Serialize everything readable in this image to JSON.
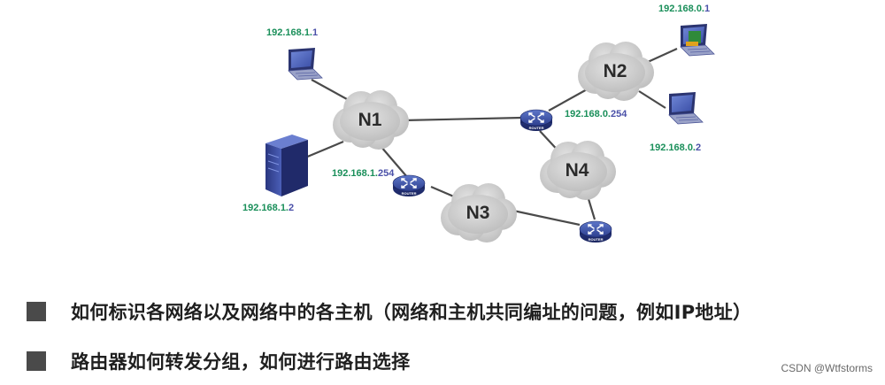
{
  "diagram": {
    "networks": [
      "N1",
      "N2",
      "N3",
      "N4"
    ],
    "ip_labels": {
      "pc_n1": {
        "prefix": "192.168.1.",
        "host": "1"
      },
      "server_n1": {
        "prefix": "192.168.1.",
        "host": "2"
      },
      "router_n1": {
        "prefix": "192.168.1.",
        "host": "254"
      },
      "pc_n2_top": {
        "prefix": "192.168.0.",
        "host": "1"
      },
      "pc_n2_bottom": {
        "prefix": "192.168.0.",
        "host": "2"
      },
      "router_n2": {
        "prefix": "192.168.0.",
        "host": "254"
      }
    },
    "router_caption": "ROUTER",
    "colors": {
      "ip_prefix": "#1a8f5a",
      "ip_host": "#4a50a8",
      "cloud": "#c7c7c7",
      "line": "#4a4a4a"
    }
  },
  "bullets": [
    "如何标识各网络以及网络中的各主机（网络和主机共同编址的问题，例如IP地址）",
    "路由器如何转发分组，如何进行路由选择"
  ],
  "watermark": "CSDN @Wtfstorms"
}
